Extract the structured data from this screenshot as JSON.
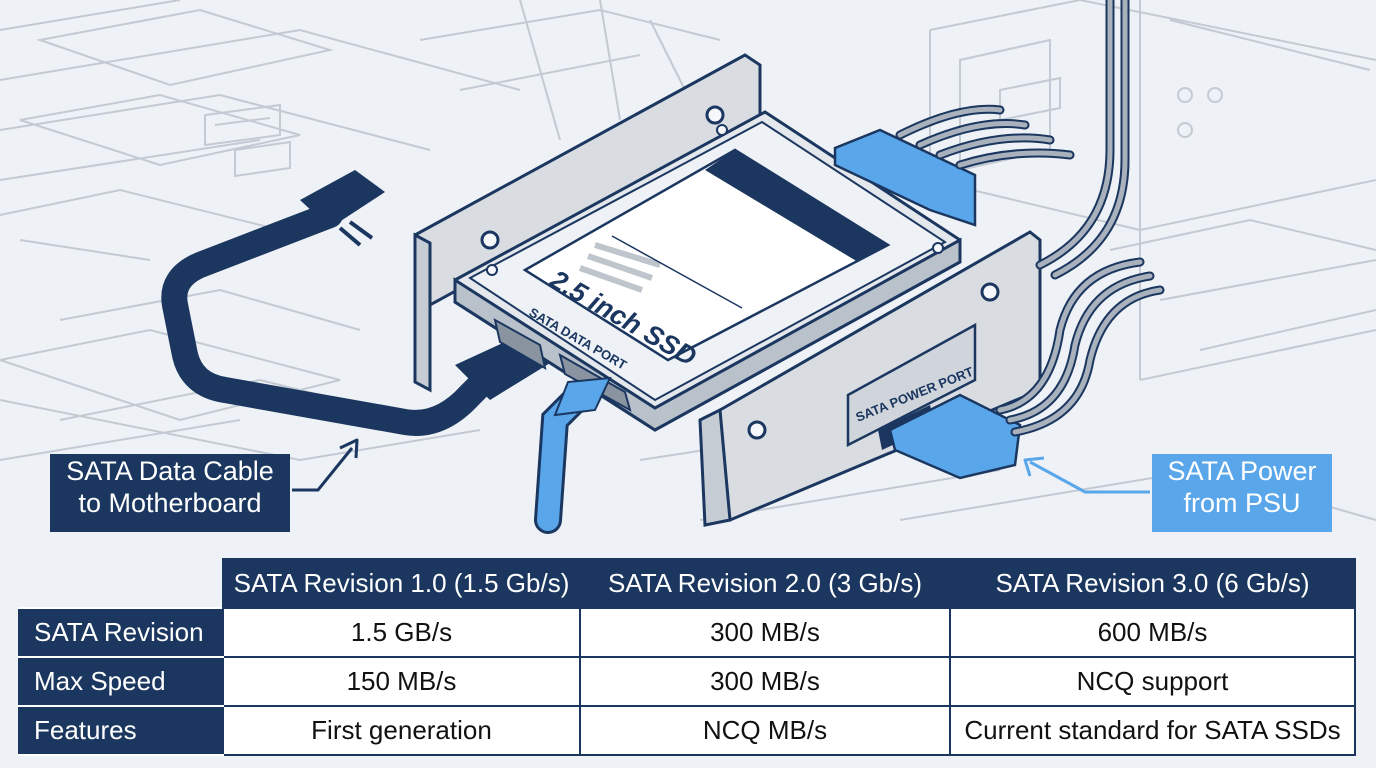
{
  "diagram": {
    "ssd_label": "2.5 inch SSD",
    "data_port_label": "SATA DATA PORT",
    "power_port_label": "SATA POWER PORT"
  },
  "callouts": {
    "data_cable": {
      "line1": "SATA Data Cable",
      "line2": "to Motherboard"
    },
    "power_cable": {
      "line1": "SATA Power",
      "line2": "from PSU"
    }
  },
  "table": {
    "columns": [
      "SATA Revision 1.0 (1.5 Gb/s)",
      "SATA Revision 2.0 (3 Gb/s)",
      "SATA Revision 3.0 (6 Gb/s)"
    ],
    "rows": [
      {
        "label": "SATA Revision",
        "cells": [
          "1.5 GB/s",
          "300 MB/s",
          "600 MB/s"
        ]
      },
      {
        "label": "Max Speed",
        "cells": [
          "150 MB/s",
          "300 MB/s",
          "NCQ support"
        ]
      },
      {
        "label": "Features",
        "cells": [
          "First generation",
          "NCQ MB/s",
          "Current standard for SATA SSDs"
        ]
      }
    ]
  },
  "colors": {
    "navy": "#1b3760",
    "light_blue": "#5aa6ea",
    "metal": "#d9dde2",
    "background": "#eef1f5"
  }
}
